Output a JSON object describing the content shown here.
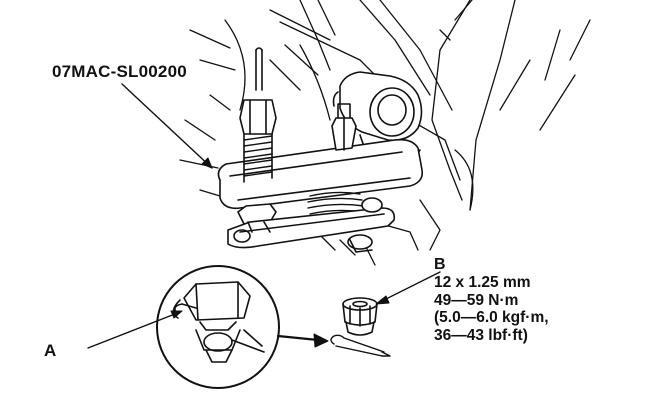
{
  "labels": {
    "tool_code": "07MAC-SL00200",
    "callout_a": "A",
    "callout_b": "B"
  },
  "spec": {
    "thread": "12 x 1.25 mm",
    "torque_nm": "49—59 N·m",
    "torque_kgfm": "(5.0—6.0 kgf·m,",
    "torque_lbfft": "36—43 lbf·ft)"
  },
  "colors": {
    "ink": "#111111",
    "paper": "#ffffff"
  }
}
